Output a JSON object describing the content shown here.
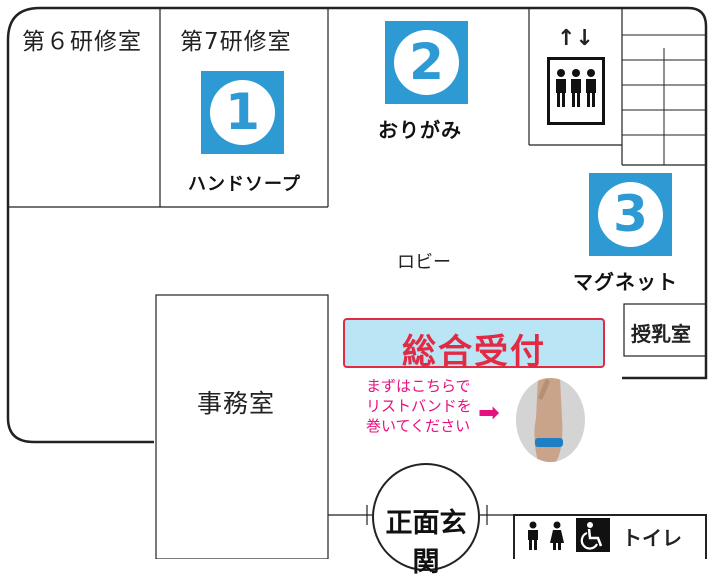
{
  "rooms": {
    "lab6": "第６研修室",
    "lab7": "第7研修室",
    "lobby": "ロビー",
    "office": "事務室",
    "nursing": "授乳室",
    "entrance": "正面玄関",
    "toilet": "トイレ"
  },
  "stations": [
    {
      "number": "1",
      "name": "ハンドソープ"
    },
    {
      "number": "2",
      "name": "おりがみ"
    },
    {
      "number": "3",
      "name": "マグネット"
    }
  ],
  "reception": {
    "title": "総合受付",
    "note_lines": [
      "まずはこちらで",
      "リストバンドを",
      "巻いてください"
    ],
    "arrow": "➡"
  },
  "elevator": {
    "arrows": "↑↓"
  },
  "colors": {
    "station_blue": "#2e9ad3",
    "reception_fill": "#b9e5f4",
    "reception_red": "#e22a45",
    "note_pink": "#e6117e",
    "wall": "#222222"
  },
  "icons": [
    "elevator-icon",
    "male-toilet-icon",
    "female-toilet-icon",
    "wheelchair-icon",
    "right-arrow-icon",
    "wristband-photo"
  ]
}
